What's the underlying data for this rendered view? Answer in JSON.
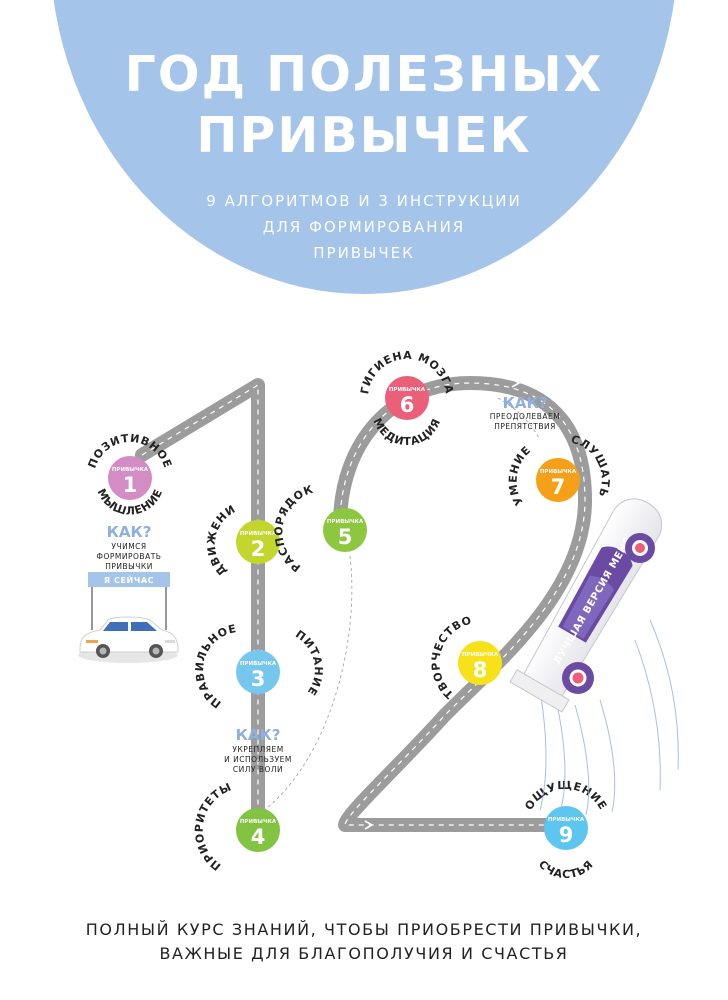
{
  "header": {
    "title_lines": [
      "ГОД ПОЛЕЗНЫХ",
      "ПРИВЫЧЕК"
    ],
    "subtitle_lines": [
      "9 АЛГОРИТМОВ И 3 ИНСТРУКЦИИ",
      "ДЛЯ ФОРМИРОВАНИЯ",
      "ПРИВЫЧЕК"
    ]
  },
  "habits": [
    {
      "label": "ПРИВЫЧКА",
      "number": "1",
      "color": "#d48cc4",
      "top": "ПОЗИТИВНОЕ",
      "bottom": "МЫШЛЕНИЕ"
    },
    {
      "label": "ПРИВЫЧКА",
      "number": "2",
      "color": "#c2d62d",
      "top": "ДВИЖЕНИЕ",
      "bottom": ""
    },
    {
      "label": "ПРИВЫЧКА",
      "number": "3",
      "color": "#76c7ee",
      "top": "ПРАВИЛЬНОЕ",
      "bottom": "ПИТАНИЕ"
    },
    {
      "label": "ПРИВЫЧКА",
      "number": "4",
      "color": "#82c341",
      "top": "ПРИОРИТЕТЫ",
      "bottom": ""
    },
    {
      "label": "ПРИВЫЧКА",
      "number": "5",
      "color": "#8dc63f",
      "top": "РАСПОРЯДОК",
      "bottom": ""
    },
    {
      "label": "ПРИВЫЧКА",
      "number": "6",
      "color": "#ec5f79",
      "top": "ГИГИЕНА МОЗГА",
      "bottom": "МЕДИТАЦИЯ"
    },
    {
      "label": "ПРИВЫЧКА",
      "number": "7",
      "color": "#f6a01a",
      "top": "УМЕНИЕ",
      "bottom": "СЛУШАТЬ"
    },
    {
      "label": "ПРИВЫЧКА",
      "number": "8",
      "color": "#f6e11b",
      "top": "ТВОРЧЕСТВО",
      "bottom": ""
    },
    {
      "label": "ПРИВЫЧКА",
      "number": "9",
      "color": "#5cc6f0",
      "top": "ОЩУЩЕНИЕ",
      "bottom": "СЧАСТЬЯ"
    }
  ],
  "instructions": [
    {
      "title": "КАК?",
      "lines": [
        "УЧИМСЯ",
        "ФОРМИРОВАТЬ",
        "ПРИВЫЧКИ"
      ]
    },
    {
      "title": "КАК?",
      "lines": [
        "УКРЕПЛЯЕМ",
        "И ИСПОЛЬЗУЕМ",
        "СИЛУ ВОЛИ"
      ]
    },
    {
      "title": "КАК?",
      "lines": [
        "ПРЕОДОЛЕВАЕМ",
        "ПРЕПЯТСТВИЯ"
      ]
    }
  ],
  "start_sign": "Я СЕЙЧАС",
  "race_car_text": "ЛУЧШАЯ ВЕРСИЯ МЕНЯ",
  "tagline_lines": [
    "ПОЛНЫЙ КУРС ЗНАНИЙ, ЧТОБЫ ПРИОБРЕСТИ ПРИВЫЧКИ,",
    "ВАЖНЫЕ ДЛЯ БЛАГОПОЛУЧИЯ И СЧАСТЬЯ"
  ],
  "colors": {
    "hero": "#a4c4ea",
    "road": "#9c9c9c",
    "accent": "#8fb0de",
    "car_purple": "#6a4aa2"
  }
}
